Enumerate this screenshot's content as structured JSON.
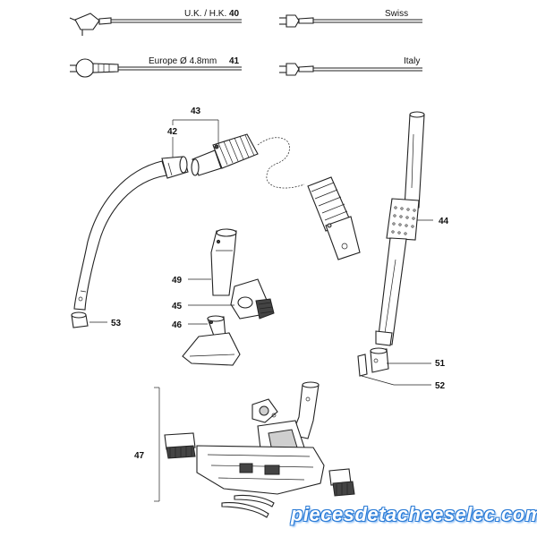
{
  "plugs": [
    {
      "region": "U.K. / H.K.",
      "number": "40"
    },
    {
      "region": "Swiss",
      "number": ""
    },
    {
      "region": "Europe Ø 4.8mm",
      "number": "41"
    },
    {
      "region": "Italy",
      "number": ""
    }
  ],
  "callouts": {
    "p42": "42",
    "p43": "43",
    "p44": "44",
    "p45": "45",
    "p46": "46",
    "p47": "47",
    "p49": "49",
    "p51": "51",
    "p52": "52",
    "p53": "53"
  },
  "watermark": "piecesdetacheeselec.com"
}
